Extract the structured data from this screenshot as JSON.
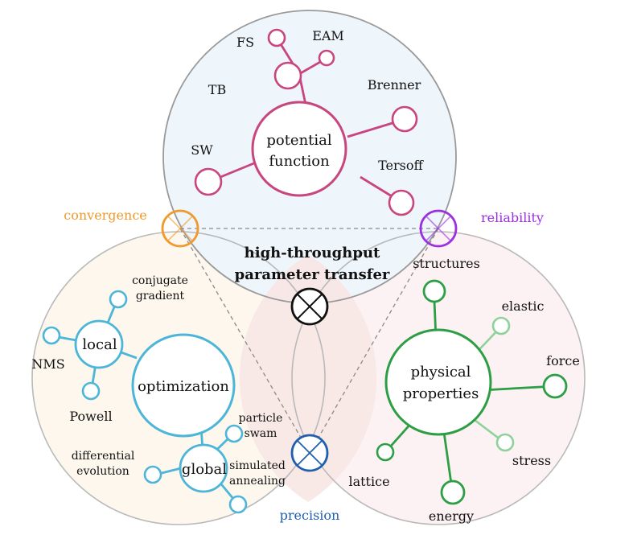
{
  "top": {
    "center": [
      "potential",
      "function"
    ],
    "items": {
      "fs": "FS",
      "eam": "EAM",
      "tb": "TB",
      "brenner": "Brenner",
      "sw": "SW",
      "tersoff": "Tersoff"
    }
  },
  "left": {
    "center": "optimization",
    "local": "local",
    "global": "global",
    "items": {
      "conjugate": [
        "conjugate",
        "gradient"
      ],
      "nms": "NMS",
      "powell": "Powell",
      "particle": [
        "particle",
        "swam"
      ],
      "differential": [
        "differential",
        "evolution"
      ],
      "simulated": [
        "simulated",
        "annealing"
      ]
    }
  },
  "right": {
    "center": [
      "physical",
      "properties"
    ],
    "items": {
      "structures": "structures",
      "elastic": "elastic",
      "force": "force",
      "stress": "stress",
      "lattice": "lattice",
      "energy": "energy"
    }
  },
  "hub": {
    "title": [
      "high-throughput",
      "parameter transfer"
    ]
  },
  "nodes": {
    "convergence": "convergence",
    "reliability": "reliability",
    "precision": "precision"
  },
  "colors": {
    "pink": "#c8457e",
    "blue": "#4cb5d8",
    "green": "#2e9e45",
    "light_green": "#8ed29a",
    "orange": "#ef9a2b",
    "purple": "#9b30e0",
    "navy": "#1f5fae",
    "black": "#111111"
  }
}
